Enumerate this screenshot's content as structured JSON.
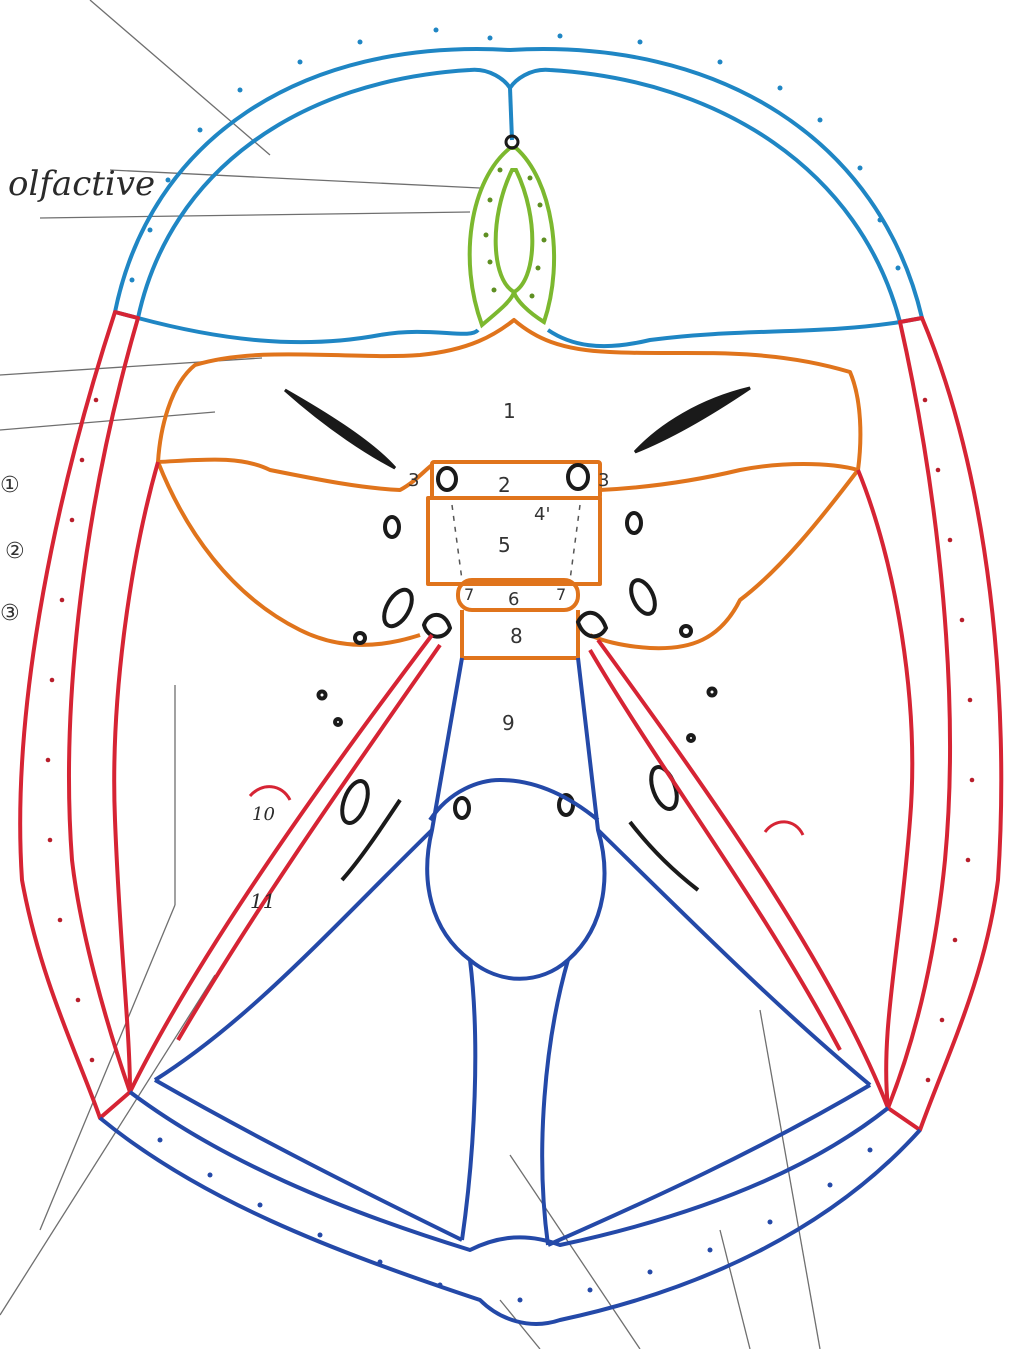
{
  "colors": {
    "frontal": "#1f86c4",
    "ethmoid": "#7cb82f",
    "sphenoid": "#e0741c",
    "temporal_parietal": "#d62434",
    "occipital": "#2449a8",
    "foramen": "#1a1a1a",
    "leader": "#6f6f6f"
  },
  "labels": {
    "olfactive": "olfactive",
    "circled": [
      "①",
      "②",
      "③"
    ],
    "n1": "1",
    "n2": "2",
    "n3_left": "3",
    "n3_right": "3",
    "n4": "4'",
    "n5": "5",
    "n6": "6",
    "n7_left": "7",
    "n7_right": "7",
    "n8": "8",
    "n9": "9",
    "n10": "10",
    "n11": "11"
  }
}
